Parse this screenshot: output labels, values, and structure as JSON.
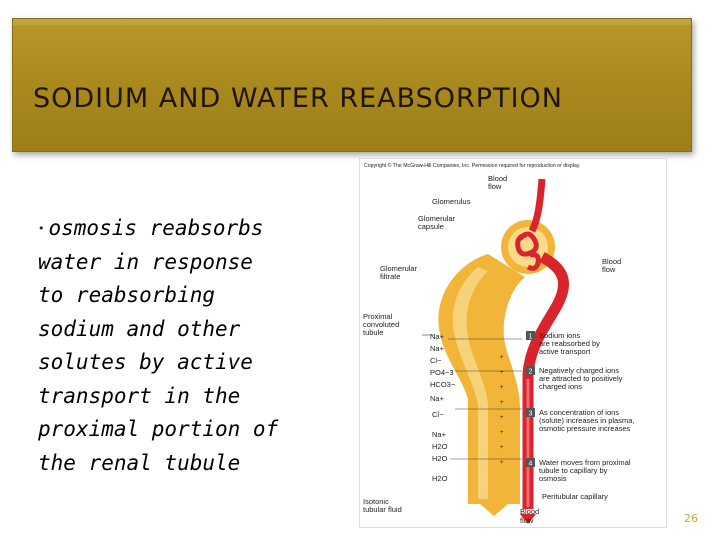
{
  "slide": {
    "title": "SODIUM AND WATER REABSORPTION",
    "bullet_lines": [
      "osmosis reabsorbs",
      "water in response",
      "to reabsorbing",
      "sodium and other",
      "solutes by active",
      "transport in the",
      "proximal portion of",
      "the renal tubule"
    ],
    "page_number": "26"
  },
  "figure": {
    "copyright": "Copyright © The McGraw-Hill Companies, Inc. Permission required for reproduction or display.",
    "labels": {
      "blood_flow_top": [
        "Blood",
        "flow"
      ],
      "glomerulus": "Glomerulus",
      "glomerular_capsule": [
        "Glomerular",
        "capsule"
      ],
      "blood_flow_right": [
        "Blood",
        "flow"
      ],
      "glomerular_filtrate": [
        "Glomerular",
        "filtrate"
      ],
      "proximal_tubule": [
        "Proximal",
        "convoluted",
        "tubule"
      ],
      "isotonic_fluid": [
        "Isotonic",
        "tubular fluid"
      ],
      "peritubular_capillary": "Peritubular capillary",
      "blood_flow_bottom": [
        "Blood",
        "flow"
      ]
    },
    "ions": [
      "Na+",
      "Na+",
      "Cl−",
      "PO4−3",
      "HCO3−",
      "Na+",
      "Cl−",
      "Na+",
      "H2O",
      "H2O",
      "H2O"
    ],
    "steps": [
      {
        "num": "1",
        "lines": [
          "Sodium ions",
          "are reabsorbed by",
          "active transport"
        ]
      },
      {
        "num": "2",
        "lines": [
          "Negatively charged ions",
          "are attracted to positively",
          "charged ions"
        ]
      },
      {
        "num": "3",
        "lines": [
          "As concentration of ions",
          "(solute) increases in plasma,",
          "osmotic pressure increases"
        ]
      },
      {
        "num": "4",
        "lines": [
          "Water moves from proximal",
          "tubule to capillary by",
          "osmosis"
        ]
      }
    ],
    "colors": {
      "tubule": "#f2b53a",
      "tubule_light": "#f9d98a",
      "capillary": "#d9242b",
      "step_box": "#555555"
    }
  }
}
